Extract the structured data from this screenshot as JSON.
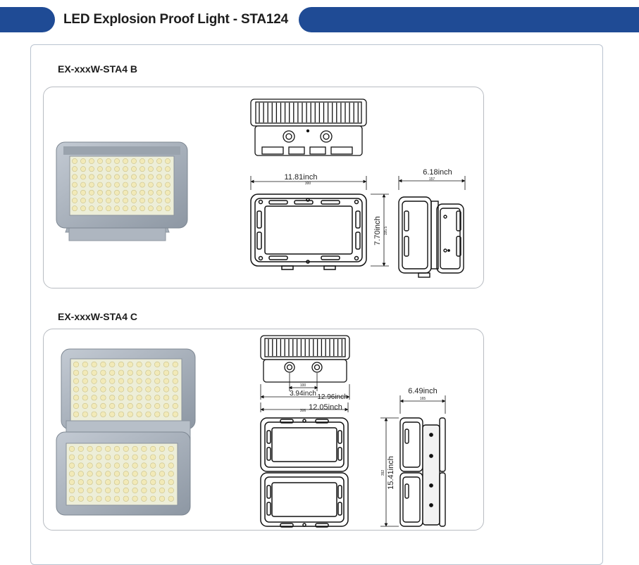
{
  "header": {
    "title": "LED Explosion Proof Light - STA124"
  },
  "models": [
    {
      "name": "EX-xxxW-STA4 B",
      "dims": {
        "width": "11.81inch",
        "width_mm": "300",
        "height": "7.70inch",
        "height_mm": "195.5",
        "depth": "6.18inch",
        "depth_mm": "157"
      }
    },
    {
      "name": "EX-xxxW-STA4 C",
      "dims": {
        "bracket": "3.94inch",
        "bracket_mm": "100",
        "outer": "12.96inch",
        "width": "12.05inch",
        "width_mm": "306",
        "height": "15.41inch",
        "height_mm": "392",
        "depth": "6.49inch",
        "depth_mm": "165"
      }
    }
  ],
  "colors": {
    "header_blue": "#1f4b95",
    "lamp_body": "#a9b2bd",
    "led_yellow": "#f2eab8",
    "drawing_line": "#111111"
  }
}
